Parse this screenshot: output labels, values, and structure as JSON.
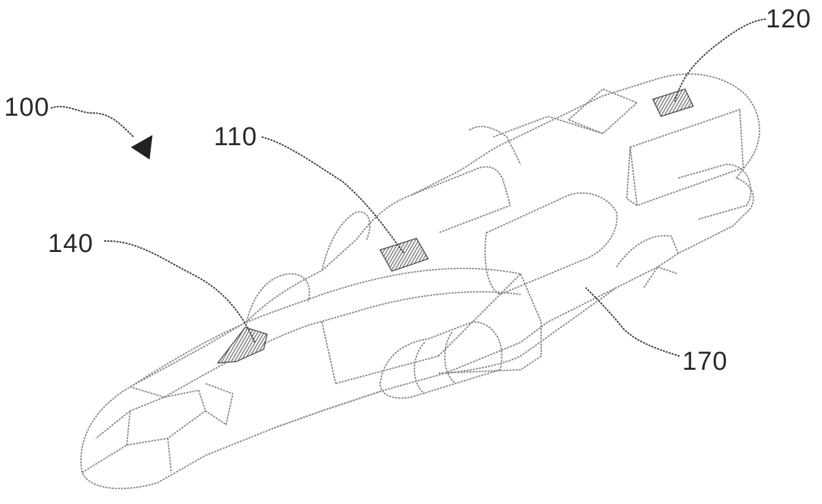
{
  "figure": {
    "reference_numerals": {
      "device": "100",
      "center_marking": "110",
      "rear_marking": "120",
      "front_marking": "140",
      "body": "170"
    },
    "line_color": "#8a8a8a",
    "leader_color": "#3a3a3a",
    "hatch_color": "#555555",
    "label_color": "#2a2a2a"
  }
}
